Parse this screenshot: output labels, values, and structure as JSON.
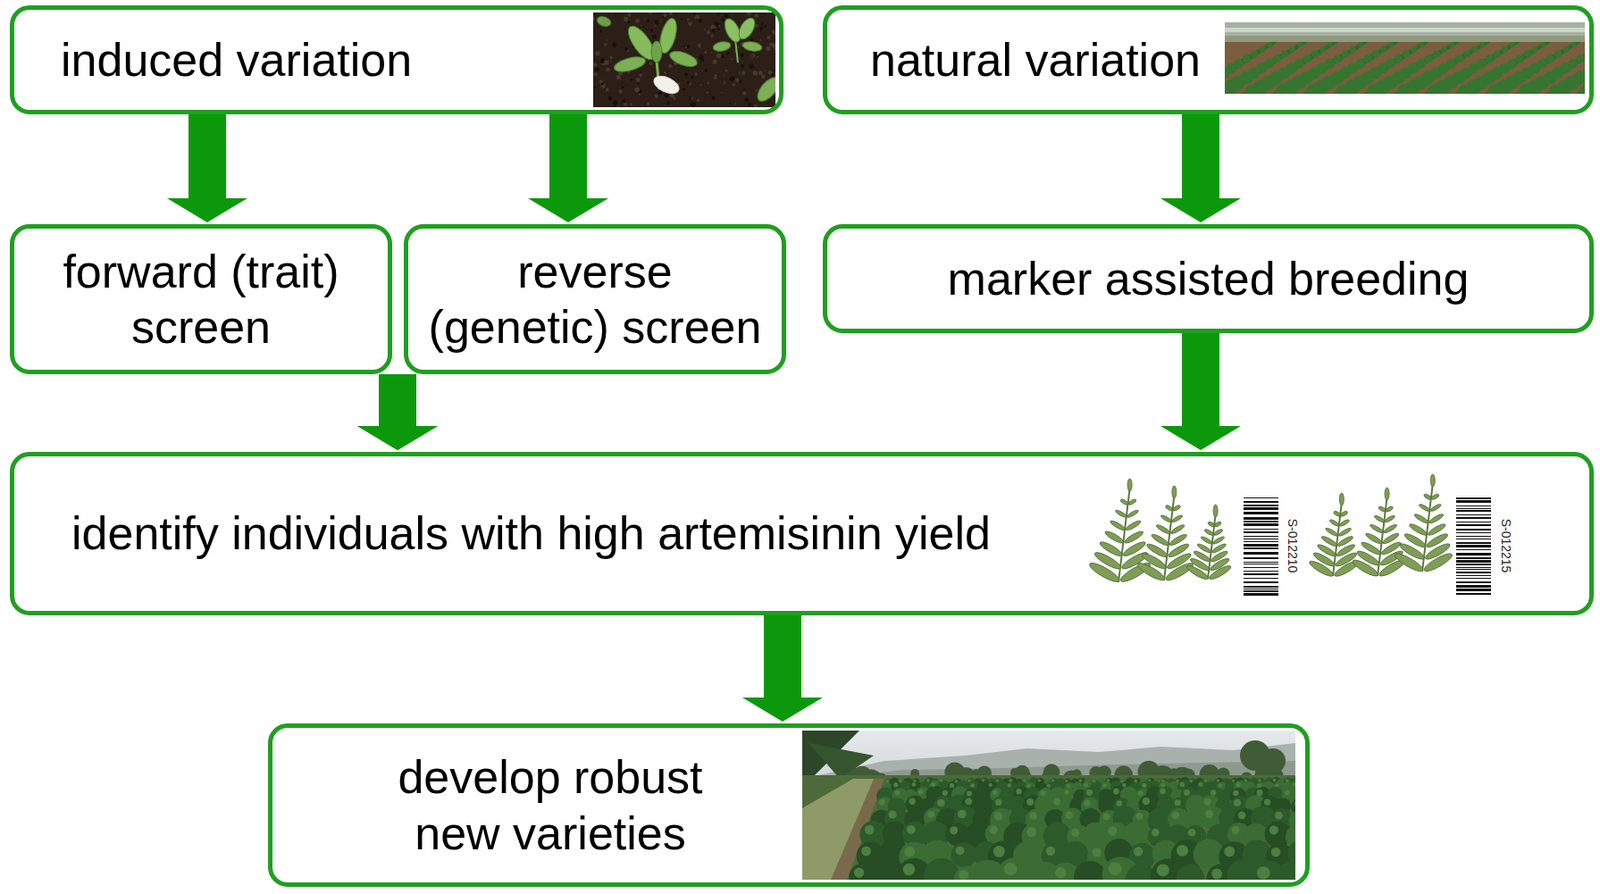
{
  "diagram": {
    "nodes": [
      {
        "text": [
          "induced variation"
        ]
      },
      {
        "text": [
          "natural variation"
        ]
      },
      {
        "text": [
          "forward (trait) screen"
        ]
      },
      {
        "text": [
          "reverse (genetic) screen"
        ]
      },
      {
        "text": [
          "marker assisted breeding"
        ]
      },
      {
        "text": [
          "identify individuals with high artemisinin yield"
        ]
      },
      {
        "text": [
          "develop robust new varieties"
        ]
      }
    ],
    "edges": [
      {
        "from": 0,
        "to": 2,
        "arrow": "to"
      },
      {
        "from": 0,
        "to": 3,
        "arrow": "to"
      },
      {
        "from": 1,
        "to": 4,
        "arrow": "to"
      },
      {
        "from": 2,
        "to": 5,
        "arrow": "to"
      },
      {
        "from": 3,
        "to": 5,
        "arrow": "to"
      },
      {
        "from": 4,
        "to": 5,
        "arrow": "to"
      },
      {
        "from": 5,
        "to": 6,
        "arrow": "to"
      }
    ],
    "labels": [
      "S-012210",
      "S-012215"
    ]
  }
}
